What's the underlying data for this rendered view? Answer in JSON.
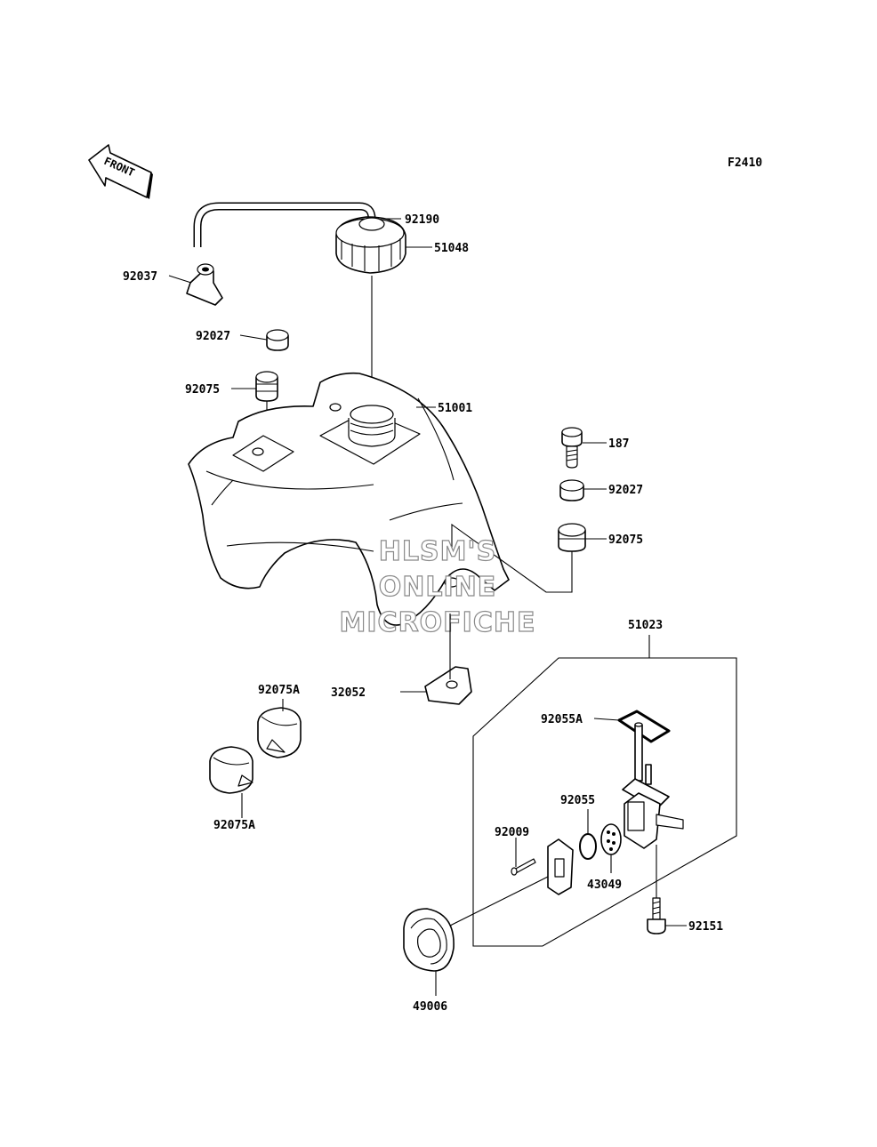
{
  "figure_code": "F2410",
  "front_arrow_text": "FRONT",
  "watermark": [
    "HLSM'S",
    "ONLINE",
    "MICROFICHE"
  ],
  "colors": {
    "line": "#000000",
    "background": "#ffffff",
    "watermark_outline": "#8a8a8a"
  },
  "parts": [
    {
      "id": "p92190",
      "number": "92190"
    },
    {
      "id": "p92037",
      "number": "92037"
    },
    {
      "id": "p51048",
      "number": "51048"
    },
    {
      "id": "p92027a",
      "number": "92027"
    },
    {
      "id": "p92075a",
      "number": "92075"
    },
    {
      "id": "p51001",
      "number": "51001"
    },
    {
      "id": "p187",
      "number": "187"
    },
    {
      "id": "p92027b",
      "number": "92027"
    },
    {
      "id": "p92075b",
      "number": "92075"
    },
    {
      "id": "p51023",
      "number": "51023"
    },
    {
      "id": "p32052",
      "number": "32052"
    },
    {
      "id": "p92055A",
      "number": "92055A"
    },
    {
      "id": "p92075A1",
      "number": "92075A"
    },
    {
      "id": "p92075A2",
      "number": "92075A"
    },
    {
      "id": "p92055",
      "number": "92055"
    },
    {
      "id": "p92009",
      "number": "92009"
    },
    {
      "id": "p43049",
      "number": "43049"
    },
    {
      "id": "p92151",
      "number": "92151"
    },
    {
      "id": "p49006",
      "number": "49006"
    }
  ]
}
